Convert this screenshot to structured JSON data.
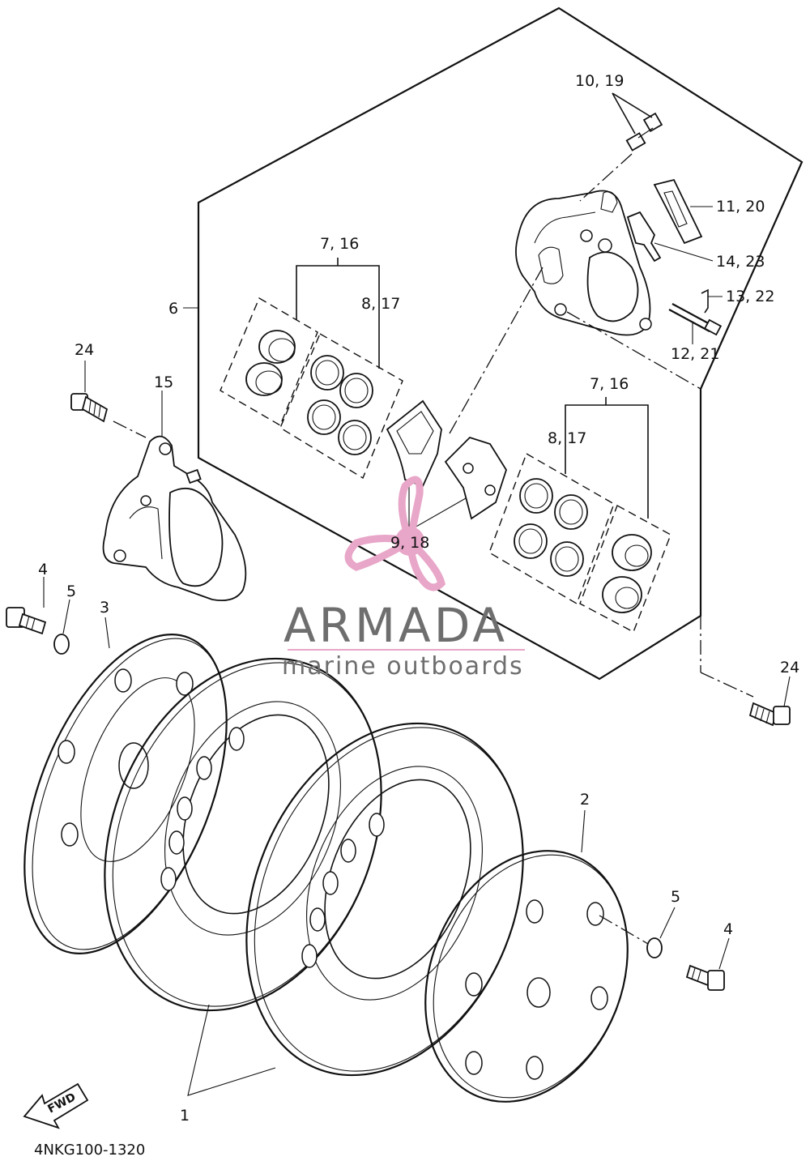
{
  "diagram": {
    "code": "4NKG100-1320",
    "fwd_label": "FWD",
    "labels": [
      {
        "id": "10-19",
        "text": "10, 19"
      },
      {
        "id": "11-20",
        "text": "11, 20"
      },
      {
        "id": "14-23",
        "text": "14, 23"
      },
      {
        "id": "13-22",
        "text": "13, 22"
      },
      {
        "id": "12-21",
        "text": "12, 21"
      },
      {
        "id": "7-16-a",
        "text": "7, 16"
      },
      {
        "id": "8-17-a",
        "text": "8, 17"
      },
      {
        "id": "6",
        "text": "6"
      },
      {
        "id": "24-a",
        "text": "24"
      },
      {
        "id": "15",
        "text": "15"
      },
      {
        "id": "7-16-b",
        "text": "7, 16"
      },
      {
        "id": "8-17-b",
        "text": "8, 17"
      },
      {
        "id": "9-18",
        "text": "9, 18"
      },
      {
        "id": "4-a",
        "text": "4"
      },
      {
        "id": "5-a",
        "text": "5"
      },
      {
        "id": "3",
        "text": "3"
      },
      {
        "id": "24-b",
        "text": "24"
      },
      {
        "id": "2",
        "text": "2"
      },
      {
        "id": "5-b",
        "text": "5"
      },
      {
        "id": "4-b",
        "text": "4"
      },
      {
        "id": "1",
        "text": "1"
      }
    ]
  },
  "watermark": {
    "name": "ARMADA",
    "tagline": "marine outboards",
    "accent_color": "#e8a6c8",
    "text_color": "#6e6e6e"
  }
}
